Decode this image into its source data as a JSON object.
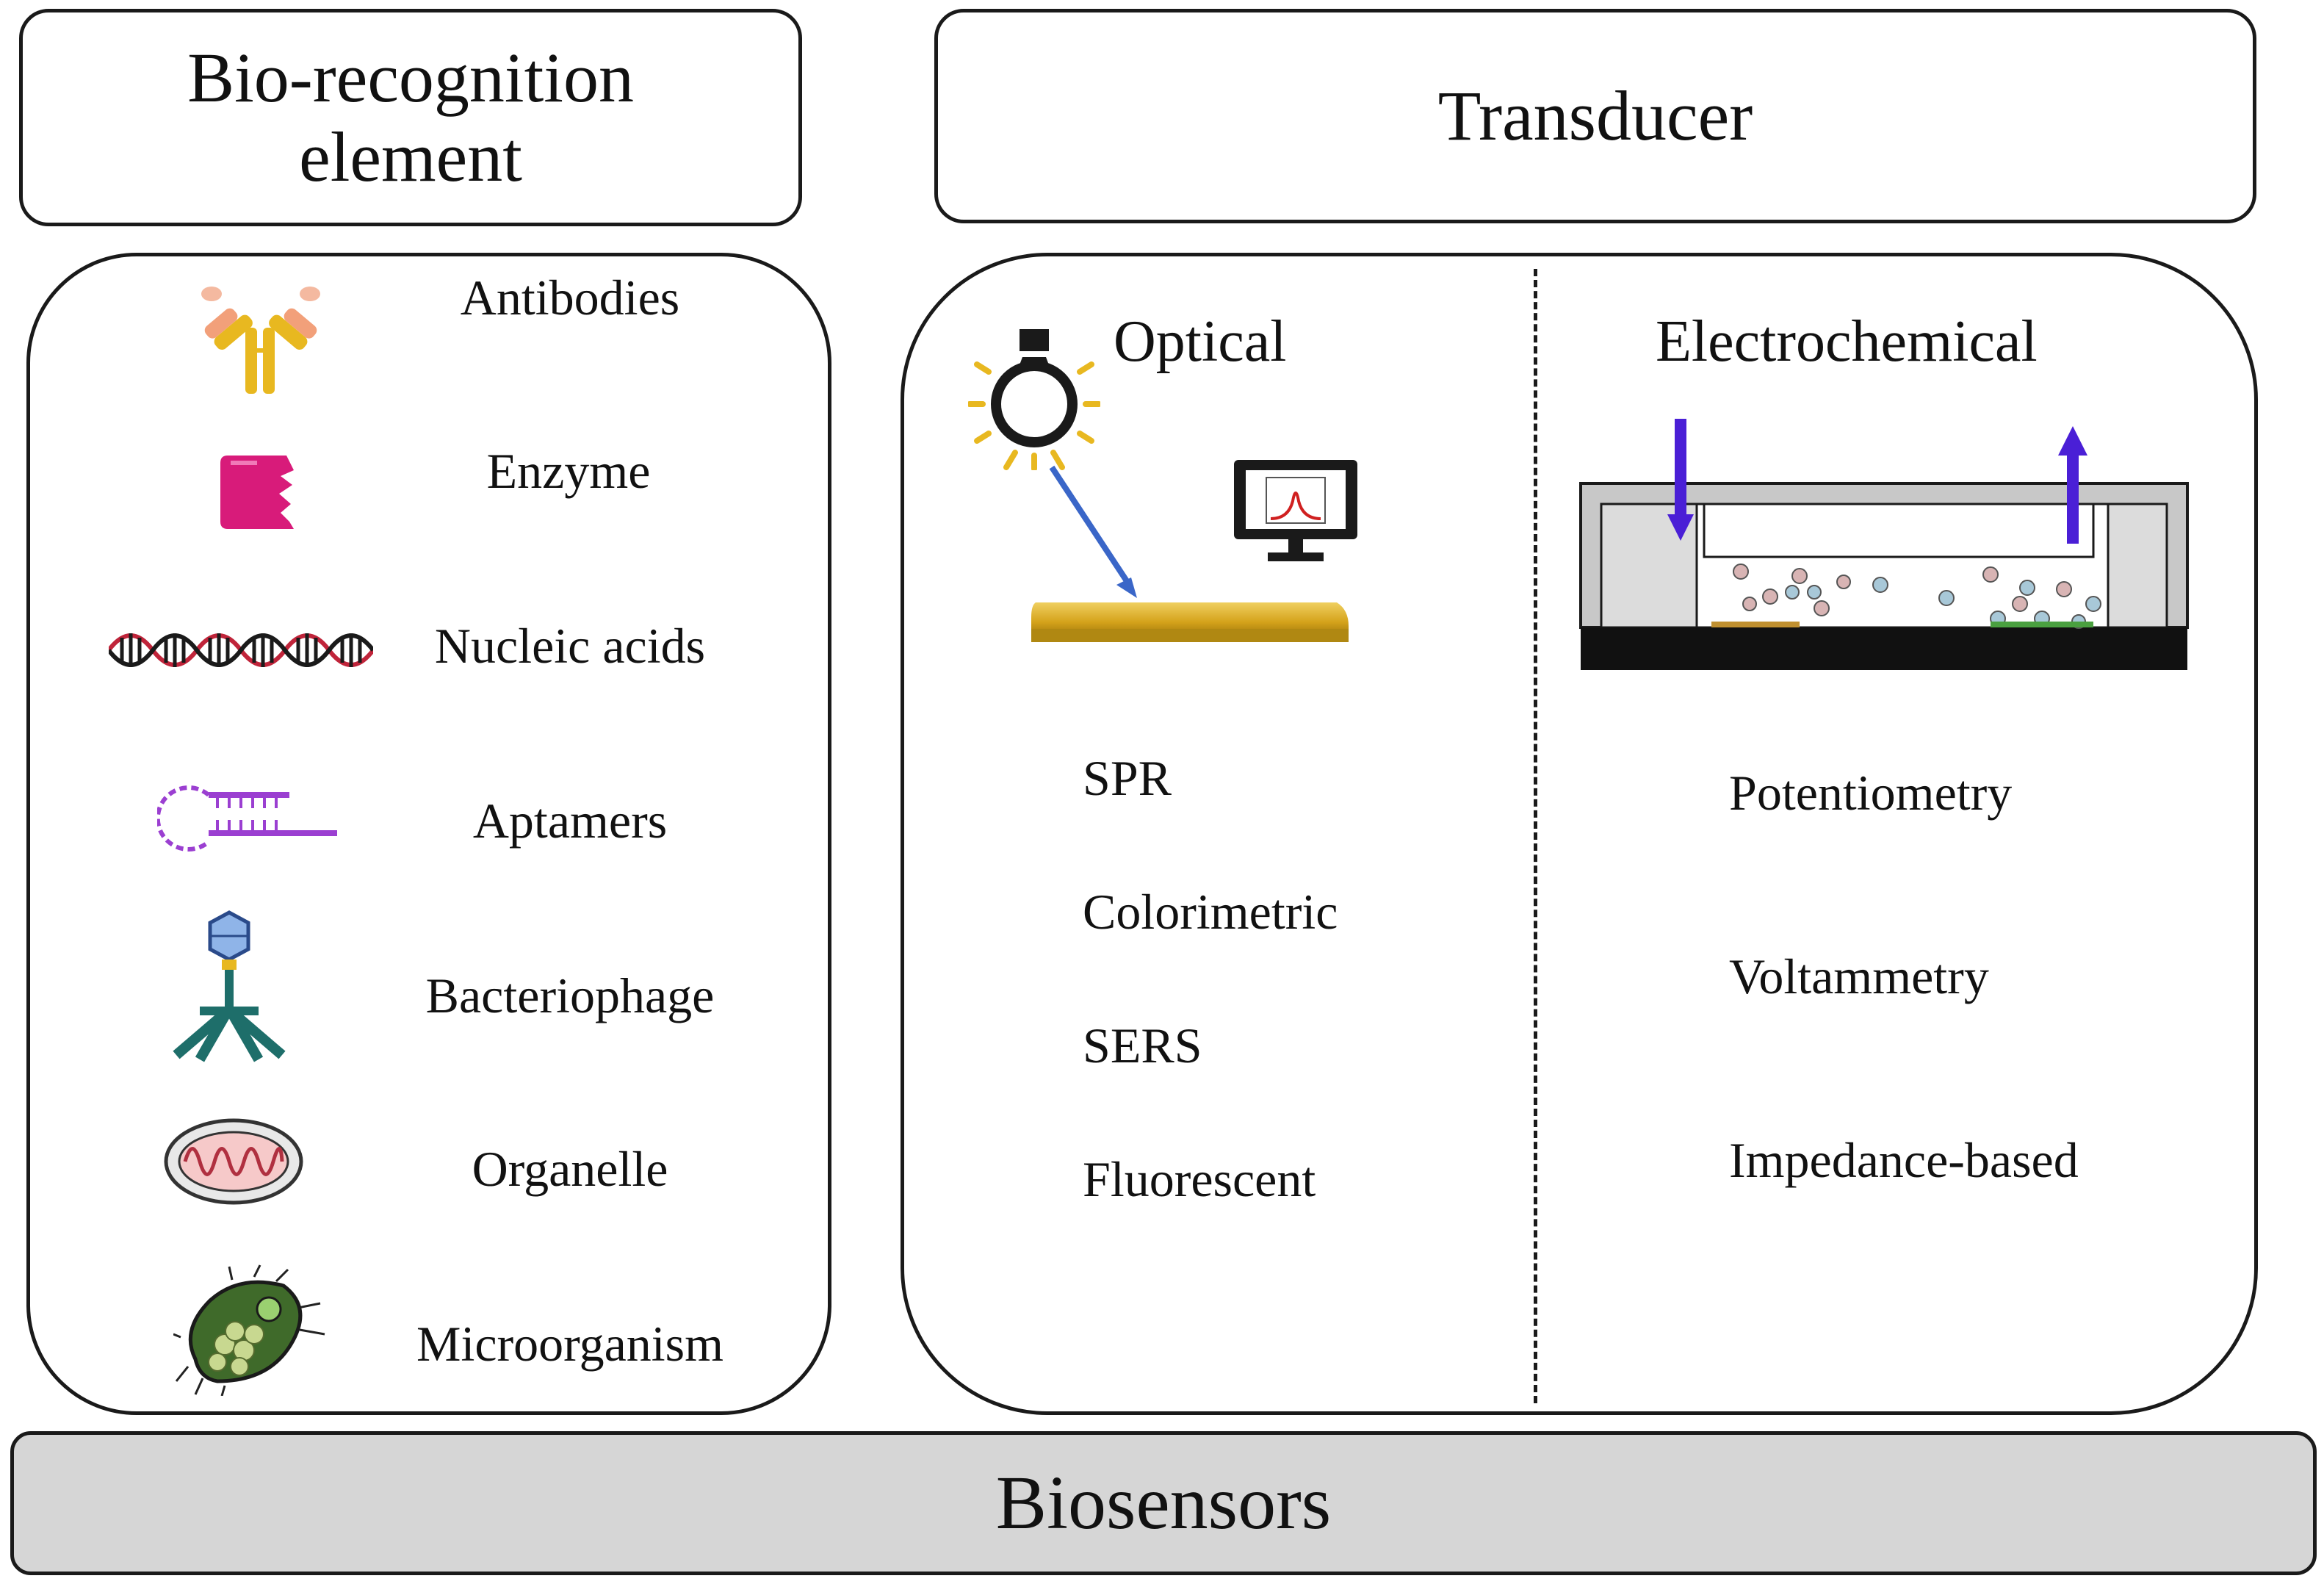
{
  "headers": {
    "bio_recognition_line1": "Bio-recognition",
    "bio_recognition_line2": "element",
    "transducer": "Transducer"
  },
  "bio_elements": [
    {
      "label": "Antibodies",
      "icon": "antibody-icon"
    },
    {
      "label": "Enzyme",
      "icon": "enzyme-icon"
    },
    {
      "label": "Nucleic acids",
      "icon": "dna-icon"
    },
    {
      "label": "Aptamers",
      "icon": "aptamer-icon"
    },
    {
      "label": "Bacteriophage",
      "icon": "bacteriophage-icon"
    },
    {
      "label": "Organelle",
      "icon": "mitochondrion-icon"
    },
    {
      "label": "Microorganism",
      "icon": "microorganism-icon"
    }
  ],
  "optical": {
    "title": "Optical",
    "icons": [
      "light-bulb-icon",
      "monitor-icon",
      "gold-chip-icon"
    ],
    "methods": [
      "SPR",
      "Colorimetric",
      "SERS",
      "Fluorescent"
    ]
  },
  "electrochemical": {
    "title": "Electrochemical",
    "icons": [
      "electrochemical-cell-icon"
    ],
    "methods": [
      "Potentiometry",
      "Voltammetry",
      "Impedance-based"
    ]
  },
  "footer": "Biosensors",
  "colors": {
    "border": "#1a1a1a",
    "footer_fill": "#d6d6d6",
    "gold": "#d4a21a",
    "enzyme": "#d81b7a",
    "aptamer": "#9b3fd1",
    "arrow_blue": "#3a66c8",
    "arrow_purple": "#4a1fd6"
  }
}
